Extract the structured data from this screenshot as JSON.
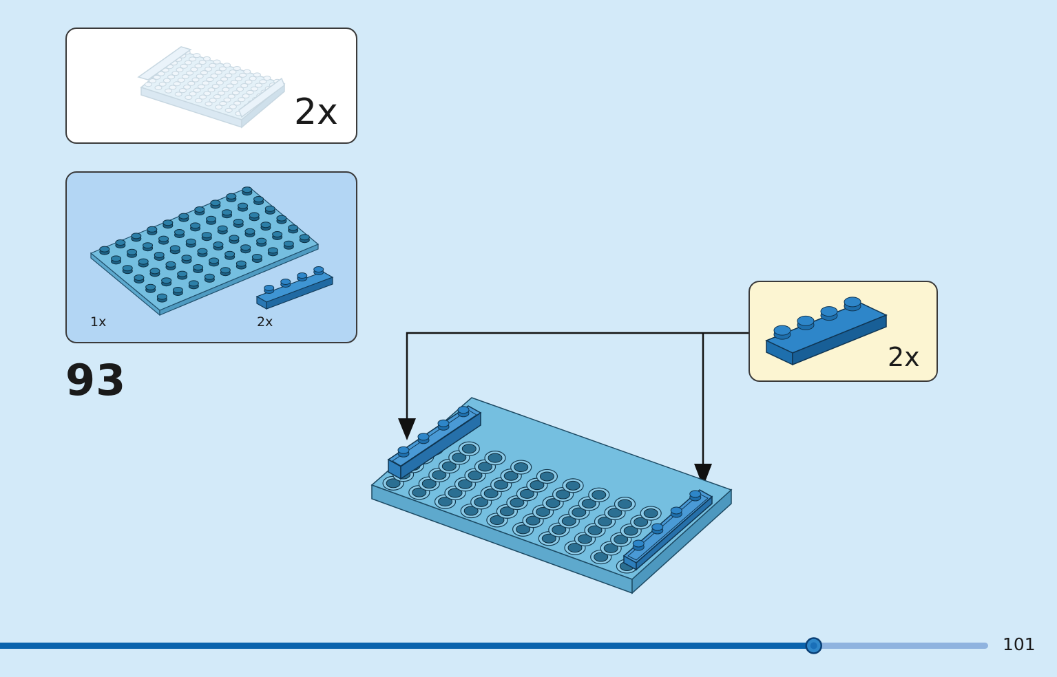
{
  "step": {
    "number": "93"
  },
  "submodel": {
    "quantity": "2x"
  },
  "parts_list": {
    "items": [
      {
        "name": "plate-6x10",
        "quantity": "1x"
      },
      {
        "name": "plate-1x4",
        "quantity": "2x"
      }
    ]
  },
  "callout": {
    "quantity": "2x"
  },
  "footer": {
    "page_number": "101",
    "progress": 0.77
  },
  "colors": {
    "background": "#d3eaf9",
    "plate": "#75bfe0",
    "plate_part": "#2e86c9",
    "progress_bar": "#0a63ad",
    "progress_track": "#8fb3df"
  }
}
